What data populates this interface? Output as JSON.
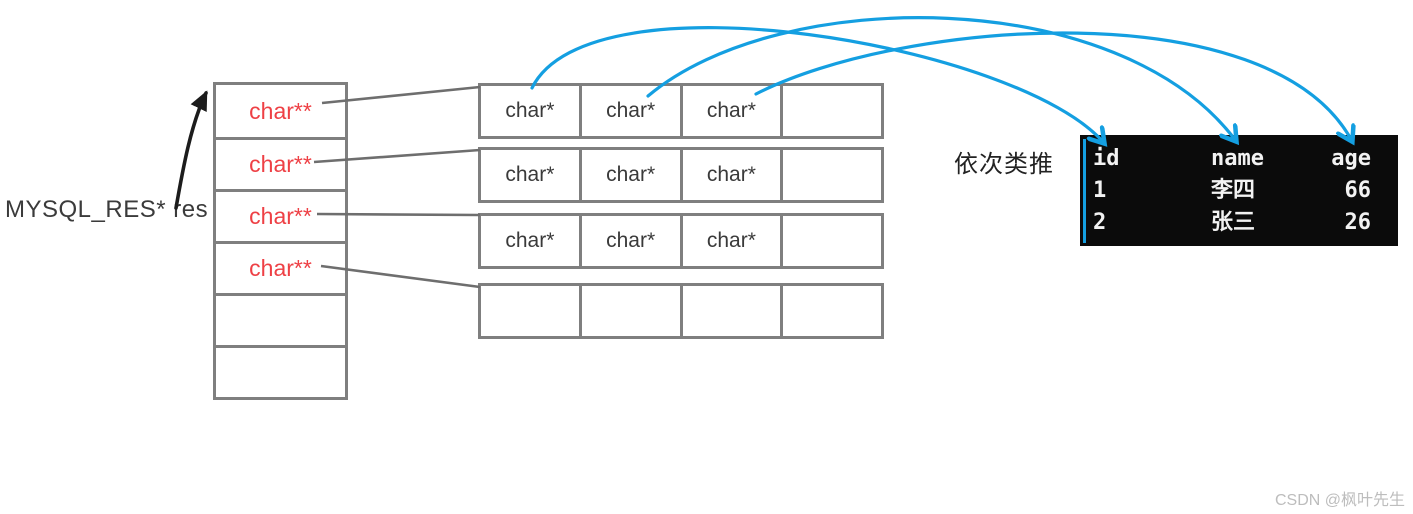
{
  "title_label": "MYSQL_RES* res",
  "annotation": "依次类推",
  "watermark": "CSDN @枫叶先生",
  "colors": {
    "pointer_text_red": "#ee4045",
    "arc_blue": "#149fe1",
    "box_border_gray": "#7f7f7f",
    "connector_gray": "#6e6e6e",
    "text_dark": "#3a3a3a",
    "terminal_bg": "#0b0b0b",
    "terminal_text": "#f2f2f2",
    "watermark_gray": "#bdbdbd"
  },
  "pointer_array": {
    "cells": [
      "char**",
      "char**",
      "char**",
      "char**",
      "",
      ""
    ]
  },
  "row_arrays": {
    "rows": [
      {
        "cells": [
          "char*",
          "char*",
          "char*",
          ""
        ]
      },
      {
        "cells": [
          "char*",
          "char*",
          "char*",
          ""
        ]
      },
      {
        "cells": [
          "char*",
          "char*",
          "char*",
          ""
        ]
      },
      {
        "cells": [
          "",
          "",
          "",
          ""
        ]
      }
    ]
  },
  "terminal": {
    "headers": [
      "id",
      "name",
      "age"
    ],
    "rows": [
      [
        "1",
        "李四",
        "66"
      ],
      [
        "2",
        "张三",
        "26"
      ]
    ]
  }
}
